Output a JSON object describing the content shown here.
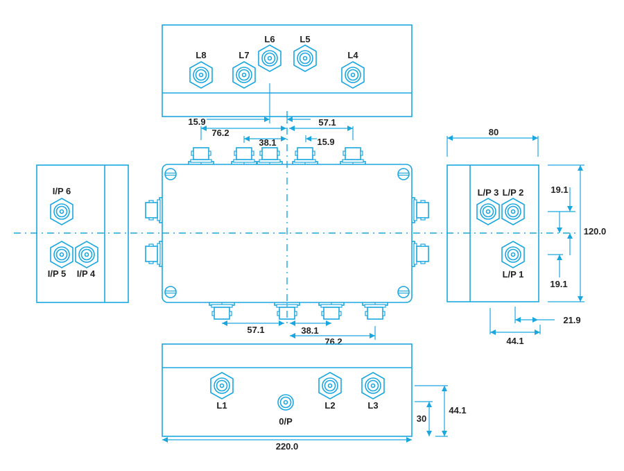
{
  "colors": {
    "line": "#1aa7e0",
    "text": "#222222",
    "background": "#ffffff"
  },
  "top_view": {
    "connectors": [
      {
        "label": "L8"
      },
      {
        "label": "L7"
      },
      {
        "label": "L6"
      },
      {
        "label": "L5"
      },
      {
        "label": "L4"
      }
    ]
  },
  "top_dims": {
    "d1": "15.9",
    "d2": "76.2",
    "d3": "38.1",
    "d4": "57.1",
    "d5": "15.9"
  },
  "left_view": {
    "connectors": [
      {
        "label": "I/P 6"
      },
      {
        "label": "I/P 5"
      },
      {
        "label": "I/P 4"
      }
    ]
  },
  "right_view": {
    "connectors": [
      {
        "label": "L/P 3"
      },
      {
        "label": "L/P 2"
      },
      {
        "label": "L/P 1"
      }
    ],
    "dims": {
      "width": "80",
      "upper": "19.1",
      "height": "120.0",
      "lower": "19.1",
      "offset1": "21.9",
      "offset2": "44.1"
    }
  },
  "bottom_dims": {
    "d1": "57.1",
    "d2": "38.1",
    "d3": "76.2"
  },
  "front_view": {
    "connectors": [
      {
        "label": "L1"
      },
      {
        "label": "0/P"
      },
      {
        "label": "L2"
      },
      {
        "label": "L3"
      }
    ],
    "dims": {
      "width": "220.0",
      "h1": "30",
      "h2": "44.1"
    }
  }
}
